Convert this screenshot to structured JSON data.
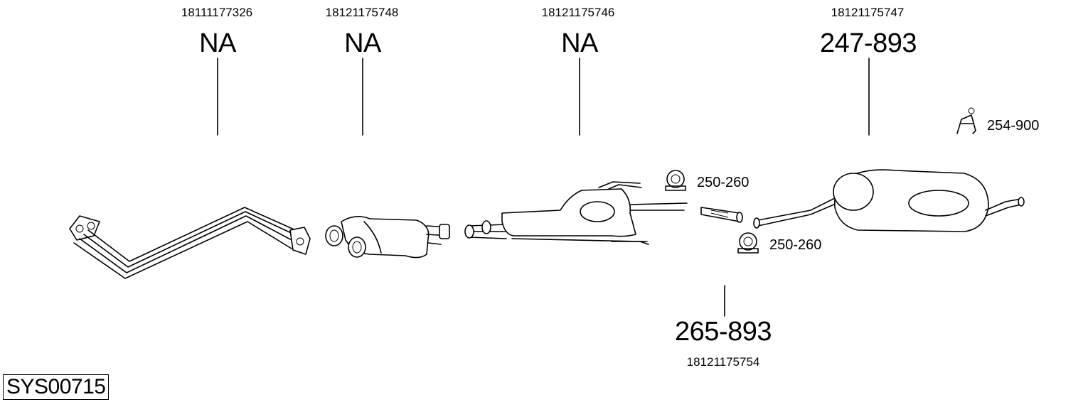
{
  "system_code": "SYS00715",
  "parts": [
    {
      "oem": "18111177326",
      "number": "NA"
    },
    {
      "oem": "18121175748",
      "number": "NA"
    },
    {
      "oem": "18121175746",
      "number": "NA"
    },
    {
      "oem": "18121175747",
      "number": "247-893"
    },
    {
      "oem": "18121175754",
      "number": "265-893"
    }
  ],
  "accessories": [
    {
      "number": "254-900",
      "icon": "hanger-bracket-icon"
    },
    {
      "number": "250-260",
      "icon": "clamp-icon"
    },
    {
      "number": "250-260",
      "icon": "clamp-icon"
    }
  ]
}
